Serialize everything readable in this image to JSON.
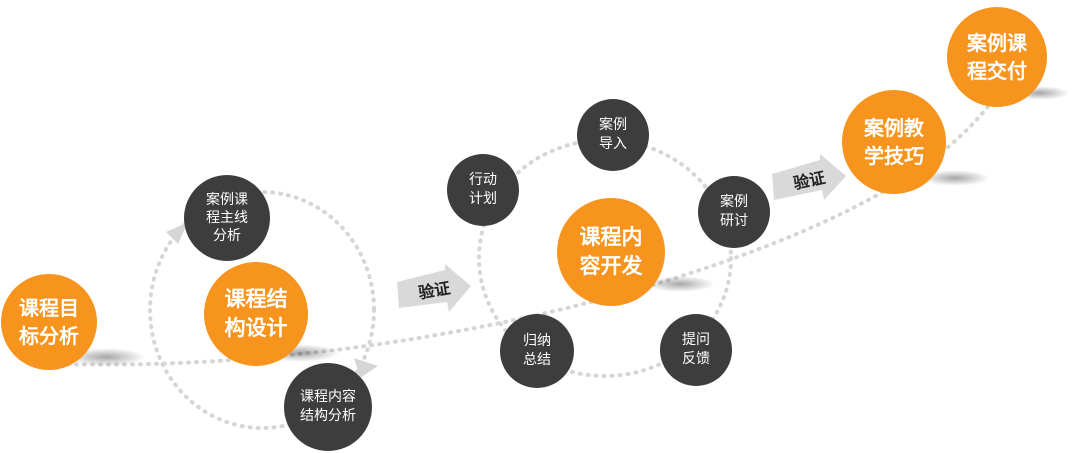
{
  "nodes": {
    "goal": "课程目\n标分析",
    "structure": "课程结\n构设计",
    "case_mainline": "案例课\n程主线\n分析",
    "content_structure": "课程内容\n结构分析",
    "content_dev": "课程内\n容开发",
    "case_intro": "案例\n导入",
    "action_plan": "行动\n计划",
    "case_study": "案例\n研讨",
    "summary": "归纳\n总结",
    "feedback": "提问\n反馈",
    "teaching_skills": "案例教\n学技巧",
    "delivery": "案例课\n程交付"
  },
  "arrows": {
    "verify_1": "验证",
    "verify_2": "验证"
  },
  "colors": {
    "orange": "#f7941d",
    "dark": "#3d3d3d",
    "dotted_line": "#d6d6d6",
    "arrow_fill": "#d9d9d9"
  }
}
